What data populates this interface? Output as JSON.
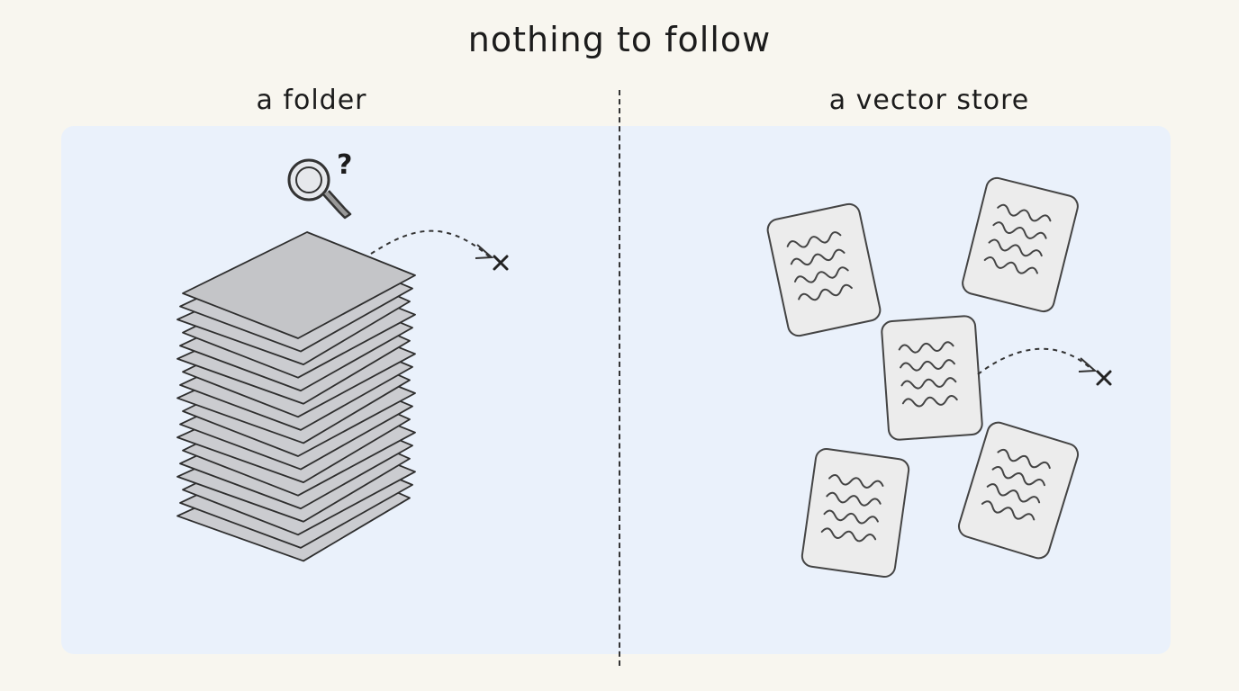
{
  "diagram": {
    "title": "nothing to follow",
    "left_panel": {
      "label": "a folder",
      "query_mark": "?"
    },
    "right_panel": {
      "label": "a vector store"
    }
  },
  "colors": {
    "background": "#f8f6ef",
    "panel": "#eaf1fb",
    "sheet_fill": "#c9cacd",
    "card_fill": "#ececec",
    "ink": "#333333"
  },
  "icons": [
    "magnifier-icon",
    "dead-end-x-icon"
  ]
}
